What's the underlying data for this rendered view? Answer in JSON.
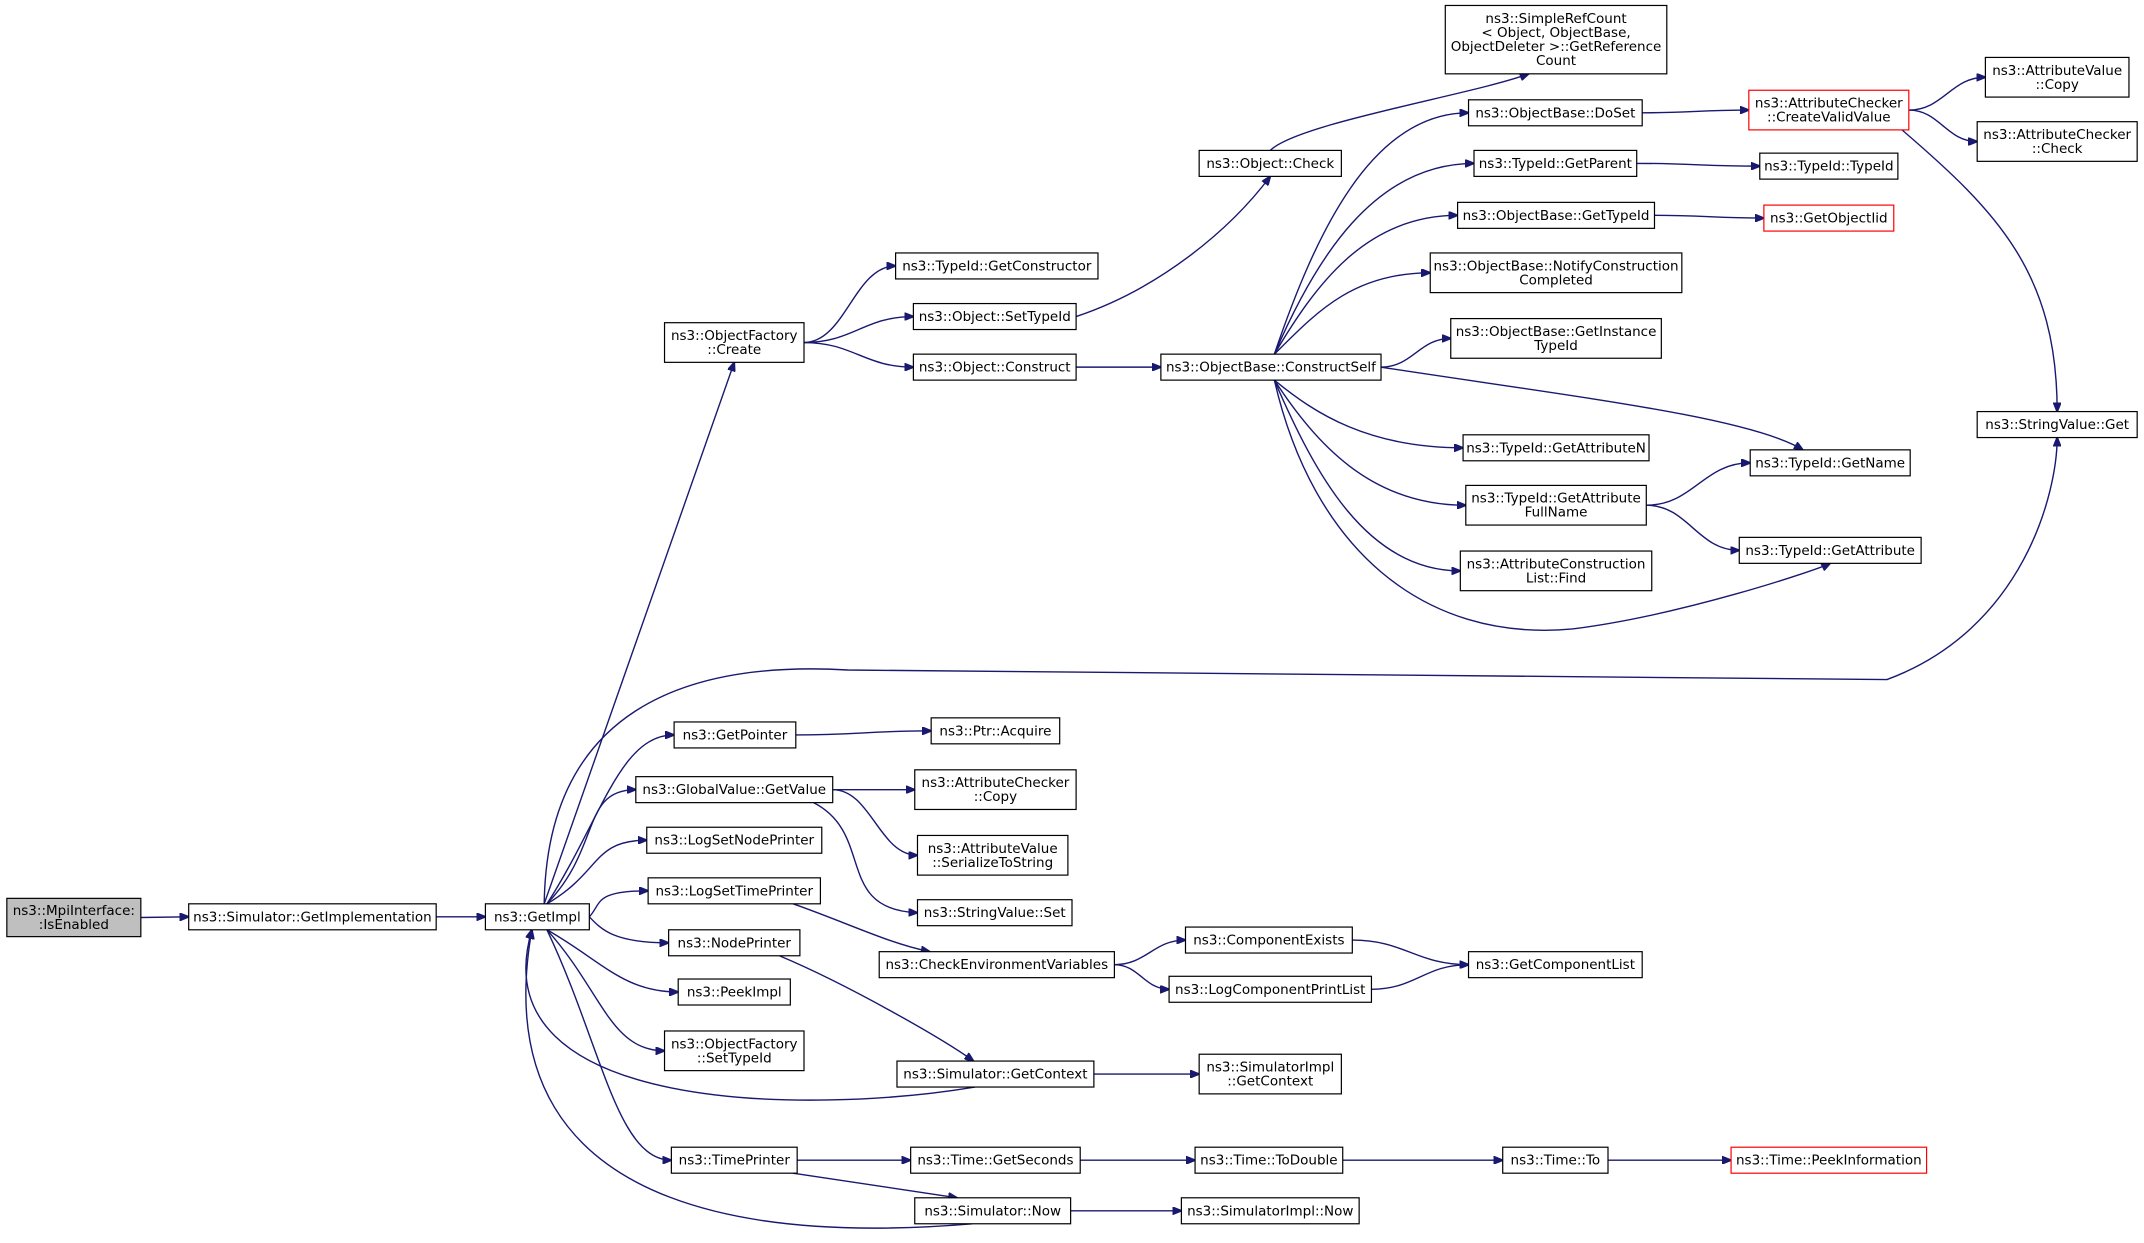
{
  "graph": {
    "colors": {
      "edge": "#191970",
      "node_border": "#000000",
      "red_border": "#ff0000",
      "root_fill": "#bfbfbf",
      "node_fill": "#ffffff"
    },
    "nodes": [
      {
        "id": "mpi",
        "lines": [
          "ns3::MpiInterface:",
          ":IsEnabled"
        ],
        "style": "root"
      },
      {
        "id": "simgetimpl",
        "lines": [
          "ns3::Simulator::GetImplementation"
        ]
      },
      {
        "id": "getimpl",
        "lines": [
          "ns3::GetImpl"
        ]
      },
      {
        "id": "ofcreate",
        "lines": [
          "ns3::ObjectFactory",
          "::Create"
        ]
      },
      {
        "id": "getctor",
        "lines": [
          "ns3::TypeId::GetConstructor"
        ]
      },
      {
        "id": "settypeid",
        "lines": [
          "ns3::Object::SetTypeId"
        ]
      },
      {
        "id": "construct",
        "lines": [
          "ns3::Object::Construct"
        ]
      },
      {
        "id": "check",
        "lines": [
          "ns3::Object::Check"
        ]
      },
      {
        "id": "refcount",
        "lines": [
          "ns3::SimpleRefCount",
          "< Object, ObjectBase,",
          "ObjectDeleter >::GetReference",
          "Count"
        ]
      },
      {
        "id": "constructself",
        "lines": [
          "ns3::ObjectBase::ConstructSelf"
        ]
      },
      {
        "id": "doset",
        "lines": [
          "ns3::ObjectBase::DoSet"
        ]
      },
      {
        "id": "getparent",
        "lines": [
          "ns3::TypeId::GetParent"
        ]
      },
      {
        "id": "obgettypeid",
        "lines": [
          "ns3::ObjectBase::GetTypeId"
        ]
      },
      {
        "id": "notify",
        "lines": [
          "ns3::ObjectBase::NotifyConstruction",
          "Completed"
        ]
      },
      {
        "id": "getinst",
        "lines": [
          "ns3::ObjectBase::GetInstance",
          "TypeId"
        ]
      },
      {
        "id": "getattrn",
        "lines": [
          "ns3::TypeId::GetAttributeN"
        ]
      },
      {
        "id": "getattrfull",
        "lines": [
          "ns3::TypeId::GetAttribute",
          "FullName"
        ]
      },
      {
        "id": "attrfind",
        "lines": [
          "ns3::AttributeConstruction",
          "List::Find"
        ]
      },
      {
        "id": "createvalid",
        "lines": [
          "ns3::AttributeChecker",
          "::CreateValidValue"
        ],
        "style": "red"
      },
      {
        "id": "typeidtypeid",
        "lines": [
          "ns3::TypeId::TypeId"
        ]
      },
      {
        "id": "getobjectiid",
        "lines": [
          "ns3::GetObjectIid"
        ],
        "style": "red"
      },
      {
        "id": "avcopy",
        "lines": [
          "ns3::AttributeValue",
          "::Copy"
        ]
      },
      {
        "id": "accheck",
        "lines": [
          "ns3::AttributeChecker",
          "::Check"
        ]
      },
      {
        "id": "svget",
        "lines": [
          "ns3::StringValue::Get"
        ]
      },
      {
        "id": "getname",
        "lines": [
          "ns3::TypeId::GetName"
        ]
      },
      {
        "id": "getattr",
        "lines": [
          "ns3::TypeId::GetAttribute"
        ]
      },
      {
        "id": "getpointer",
        "lines": [
          "ns3::GetPointer"
        ]
      },
      {
        "id": "ptracquire",
        "lines": [
          "ns3::Ptr::Acquire"
        ]
      },
      {
        "id": "gvgetvalue",
        "lines": [
          "ns3::GlobalValue::GetValue"
        ]
      },
      {
        "id": "accopy",
        "lines": [
          "ns3::AttributeChecker",
          "::Copy"
        ]
      },
      {
        "id": "avserial",
        "lines": [
          "ns3::AttributeValue",
          "::SerializeToString"
        ]
      },
      {
        "id": "svset",
        "lines": [
          "ns3::StringValue::Set"
        ]
      },
      {
        "id": "lognode",
        "lines": [
          "ns3::LogSetNodePrinter"
        ]
      },
      {
        "id": "logtime",
        "lines": [
          "ns3::LogSetTimePrinter"
        ]
      },
      {
        "id": "checkenv",
        "lines": [
          "ns3::CheckEnvironmentVariables"
        ]
      },
      {
        "id": "compexists",
        "lines": [
          "ns3::ComponentExists"
        ]
      },
      {
        "id": "logcomplist",
        "lines": [
          "ns3::LogComponentPrintList"
        ]
      },
      {
        "id": "getcomplist",
        "lines": [
          "ns3::GetComponentList"
        ]
      },
      {
        "id": "nodeprinter",
        "lines": [
          "ns3::NodePrinter"
        ]
      },
      {
        "id": "peekimpl",
        "lines": [
          "ns3::PeekImpl"
        ]
      },
      {
        "id": "ofsettypeid",
        "lines": [
          "ns3::ObjectFactory",
          "::SetTypeId"
        ]
      },
      {
        "id": "simgetctx",
        "lines": [
          "ns3::Simulator::GetContext"
        ]
      },
      {
        "id": "simimplgetctx",
        "lines": [
          "ns3::SimulatorImpl",
          "::GetContext"
        ]
      },
      {
        "id": "timeprinter",
        "lines": [
          "ns3::TimePrinter"
        ]
      },
      {
        "id": "getseconds",
        "lines": [
          "ns3::Time::GetSeconds"
        ]
      },
      {
        "id": "todouble",
        "lines": [
          "ns3::Time::ToDouble"
        ]
      },
      {
        "id": "timeto",
        "lines": [
          "ns3::Time::To"
        ]
      },
      {
        "id": "peekinfo",
        "lines": [
          "ns3::Time::PeekInformation"
        ],
        "style": "red"
      },
      {
        "id": "simnow",
        "lines": [
          "ns3::Simulator::Now"
        ]
      },
      {
        "id": "simimplnow",
        "lines": [
          "ns3::SimulatorImpl::Now"
        ]
      }
    ],
    "edges": [
      [
        "mpi",
        "simgetimpl"
      ],
      [
        "simgetimpl",
        "getimpl"
      ],
      [
        "getimpl",
        "ofcreate"
      ],
      [
        "ofcreate",
        "getctor"
      ],
      [
        "ofcreate",
        "settypeid"
      ],
      [
        "ofcreate",
        "construct"
      ],
      [
        "settypeid",
        "check"
      ],
      [
        "check",
        "refcount"
      ],
      [
        "construct",
        "constructself"
      ],
      [
        "constructself",
        "doset"
      ],
      [
        "constructself",
        "getparent"
      ],
      [
        "constructself",
        "obgettypeid"
      ],
      [
        "constructself",
        "notify"
      ],
      [
        "constructself",
        "getinst"
      ],
      [
        "constructself",
        "getname"
      ],
      [
        "constructself",
        "getattrn"
      ],
      [
        "constructself",
        "getattrfull"
      ],
      [
        "constructself",
        "attrfind"
      ],
      [
        "constructself",
        "getattr"
      ],
      [
        "doset",
        "createvalid"
      ],
      [
        "getparent",
        "typeidtypeid"
      ],
      [
        "obgettypeid",
        "getobjectiid"
      ],
      [
        "createvalid",
        "avcopy"
      ],
      [
        "createvalid",
        "accheck"
      ],
      [
        "createvalid",
        "svget"
      ],
      [
        "getattrfull",
        "getname"
      ],
      [
        "getattrfull",
        "getattr"
      ],
      [
        "getimpl",
        "svget"
      ],
      [
        "getimpl",
        "getpointer"
      ],
      [
        "getpointer",
        "ptracquire"
      ],
      [
        "getimpl",
        "gvgetvalue"
      ],
      [
        "gvgetvalue",
        "accopy"
      ],
      [
        "gvgetvalue",
        "avserial"
      ],
      [
        "gvgetvalue",
        "svset"
      ],
      [
        "getimpl",
        "lognode"
      ],
      [
        "getimpl",
        "logtime"
      ],
      [
        "logtime",
        "checkenv"
      ],
      [
        "checkenv",
        "compexists"
      ],
      [
        "checkenv",
        "logcomplist"
      ],
      [
        "compexists",
        "getcomplist"
      ],
      [
        "logcomplist",
        "getcomplist"
      ],
      [
        "getimpl",
        "nodeprinter"
      ],
      [
        "nodeprinter",
        "simgetctx"
      ],
      [
        "getimpl",
        "peekimpl"
      ],
      [
        "getimpl",
        "ofsettypeid"
      ],
      [
        "simgetctx",
        "simimplgetctx"
      ],
      [
        "simgetctx",
        "getimpl"
      ],
      [
        "getimpl",
        "timeprinter"
      ],
      [
        "timeprinter",
        "getseconds"
      ],
      [
        "getseconds",
        "todouble"
      ],
      [
        "todouble",
        "timeto"
      ],
      [
        "timeto",
        "peekinfo"
      ],
      [
        "timeprinter",
        "simnow"
      ],
      [
        "simnow",
        "simimplnow"
      ],
      [
        "simnow",
        "getimpl"
      ]
    ]
  }
}
